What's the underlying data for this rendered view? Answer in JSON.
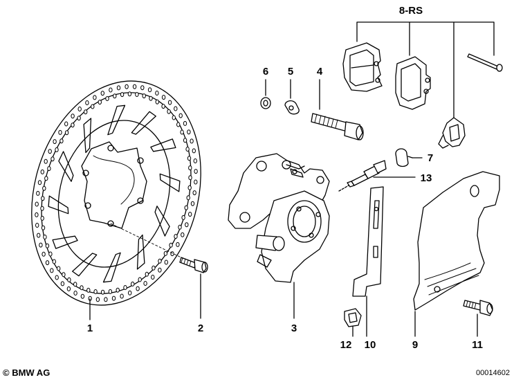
{
  "callouts": {
    "part_1": "1",
    "part_2": "2",
    "part_3": "3",
    "part_4": "4",
    "part_5": "5",
    "part_6": "6",
    "part_7": "7",
    "part_8": "8-RS",
    "part_9": "9",
    "part_10": "10",
    "part_11": "11",
    "part_12": "12",
    "part_13": "13"
  },
  "footer": {
    "copyright": "© BMW AG",
    "diagram_number": "00014602"
  }
}
